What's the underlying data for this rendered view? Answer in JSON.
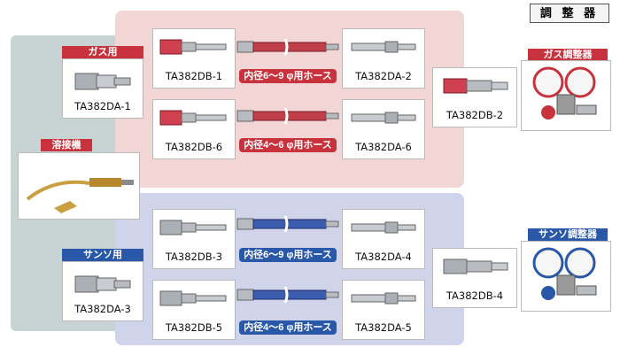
{
  "title": "調 整 器",
  "labels": {
    "gas_hose_side": "ガス用",
    "oxygen_hose_side": "サンソ用",
    "welder": "溶接機",
    "gas_regulator": "ガス調整器",
    "oxygen_regulator": "サンソ調整器"
  },
  "left_parts": {
    "gas": "TA382DA-1",
    "oxygen": "TA382DA-3"
  },
  "rows": [
    {
      "left": "TA382DB-1",
      "hose": "内径6～9 φ用ホース",
      "right": "TA382DA-2",
      "color": "red"
    },
    {
      "left": "TA382DB-6",
      "hose": "内径4～6 φ用ホース",
      "right": "TA382DA-6",
      "color": "red"
    },
    {
      "left": "TA382DB-3",
      "hose": "内径6～9 φ用ホース",
      "right": "TA382DA-4",
      "color": "blue"
    },
    {
      "left": "TA382DB-5",
      "hose": "内径4～6 φ用ホース",
      "right": "TA382DA-5",
      "color": "blue"
    }
  ],
  "right_parts": {
    "gas": "TA382DB-2",
    "oxygen": "TA382DB-4"
  },
  "colors": {
    "gas_accent": "#c8323c",
    "oxygen_accent": "#2a58a8",
    "gas_panel": "#f2d6d6",
    "oxygen_panel": "#d0d4ea",
    "side_panel": "#c8d4d4"
  }
}
